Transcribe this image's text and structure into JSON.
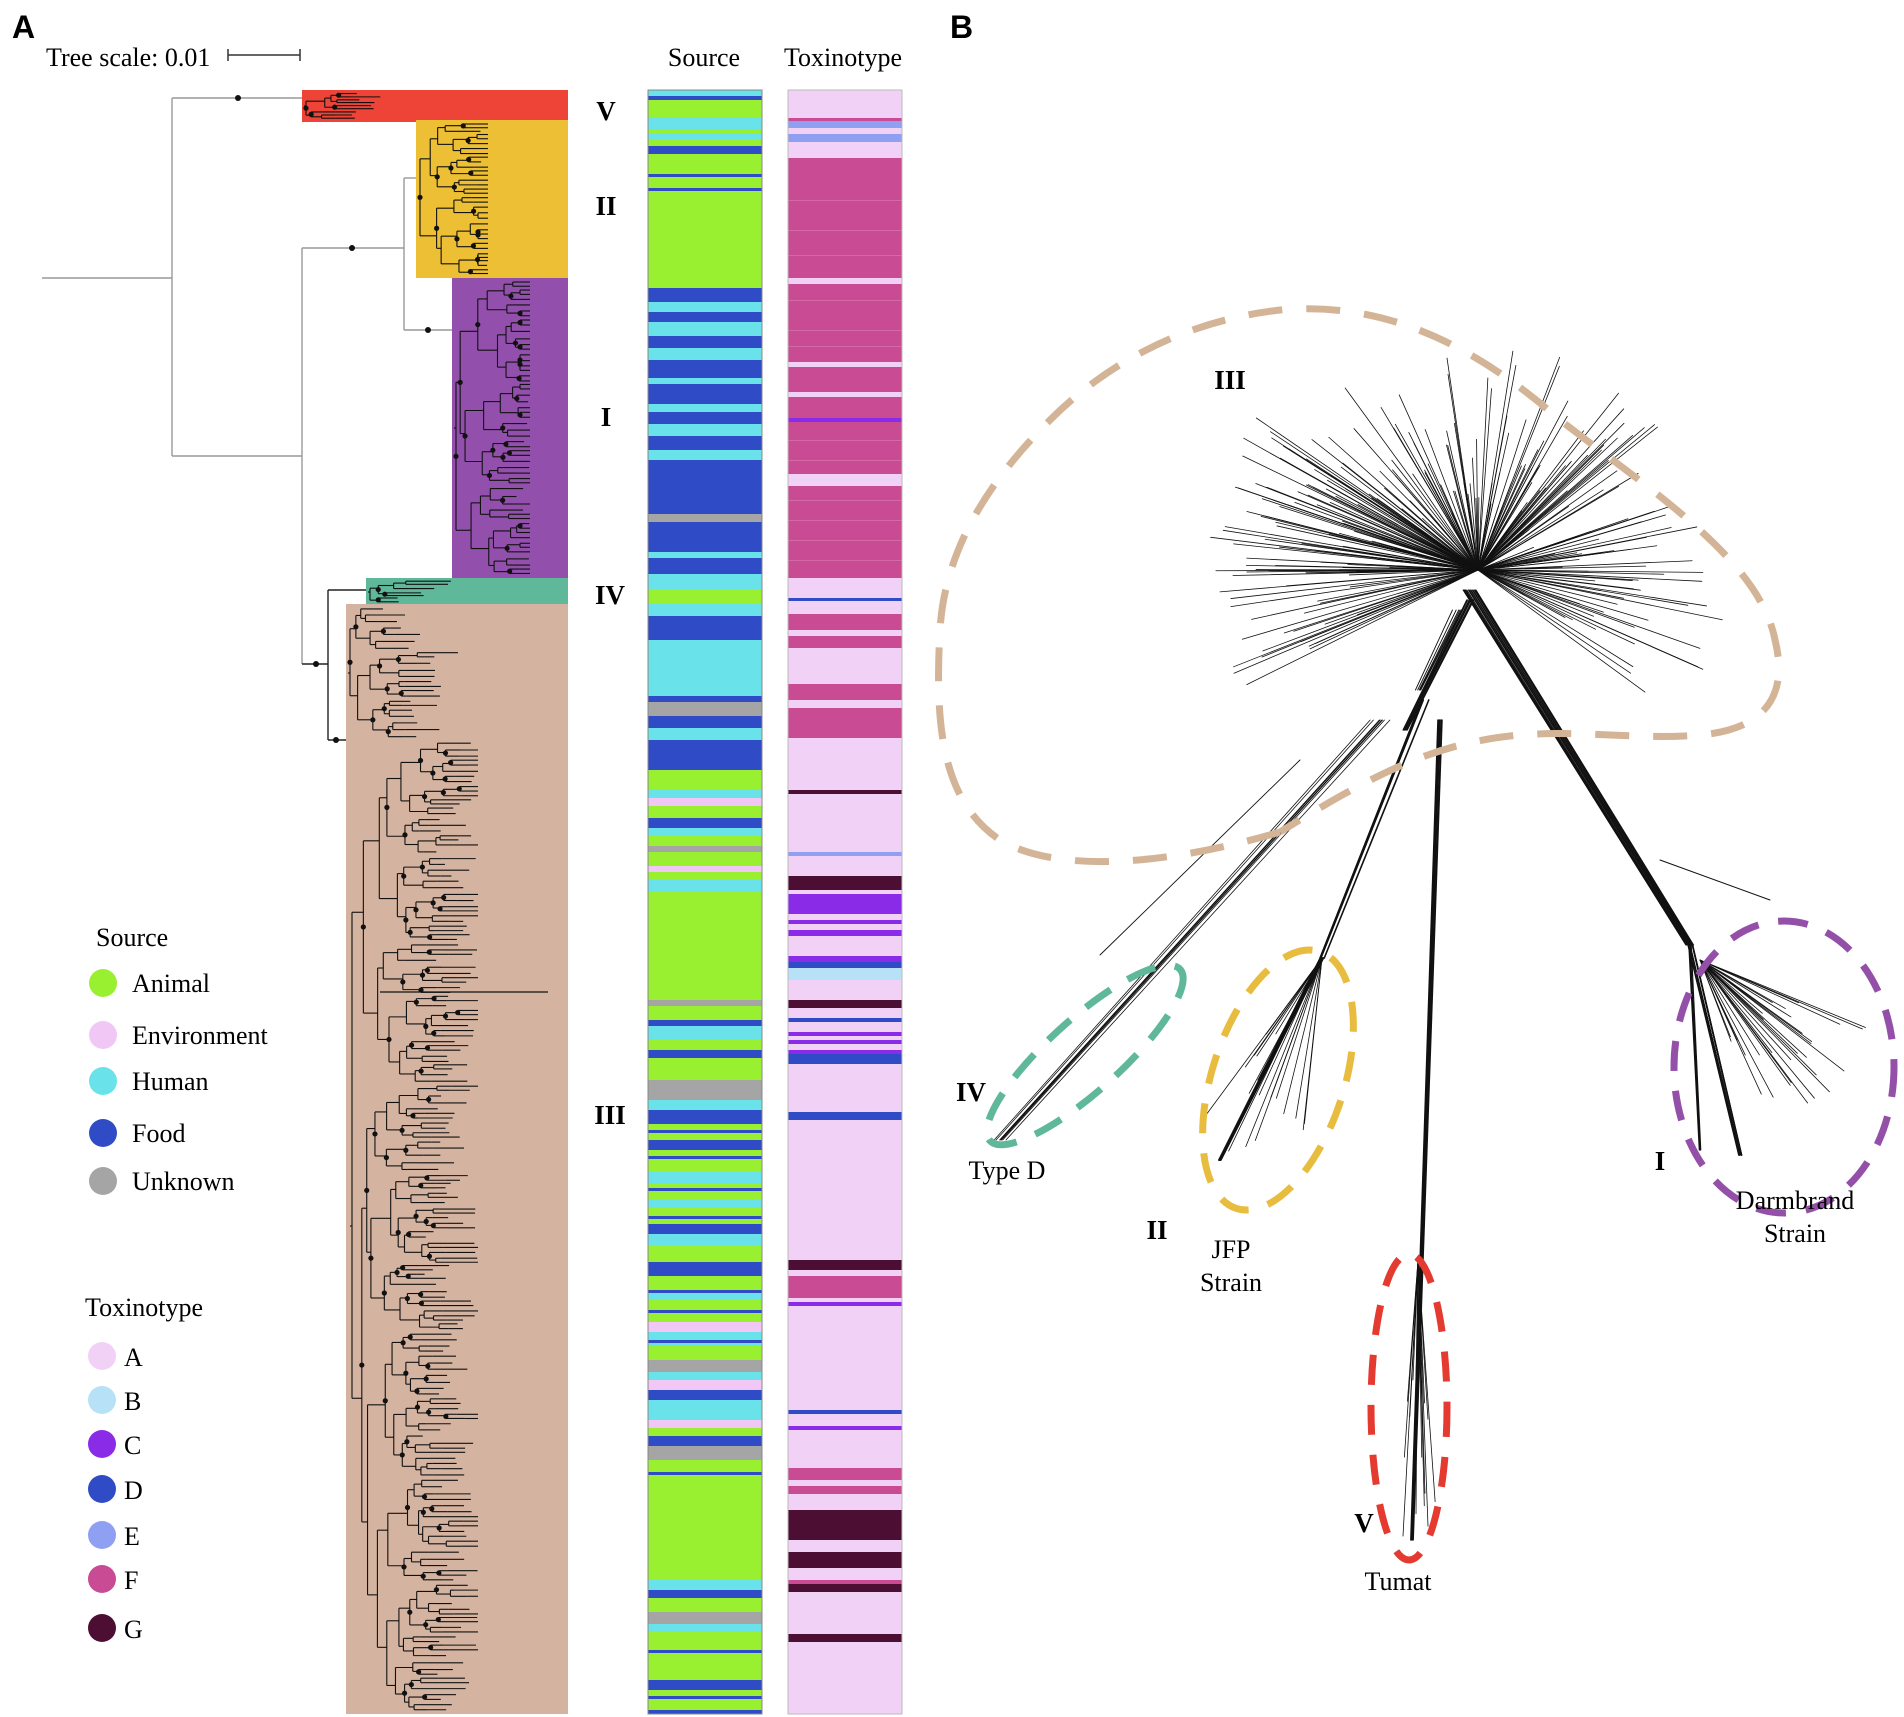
{
  "panel_a": {
    "letter": "A",
    "tree_scale_label": "Tree scale: 0.01",
    "column_headers": {
      "source": "Source",
      "toxinotype": "Toxinotype"
    },
    "clades": [
      {
        "id": "V",
        "label": "V",
        "color": "#ee4337"
      },
      {
        "id": "II",
        "label": "II",
        "color": "#ecbf34"
      },
      {
        "id": "I",
        "label": "I",
        "color": "#9250ac"
      },
      {
        "id": "IV",
        "label": "IV",
        "color": "#5fb89a"
      },
      {
        "id": "III",
        "label": "III",
        "color": "#d4b3a0"
      }
    ],
    "source_legend": {
      "title": "Source",
      "items": [
        {
          "label": "Animal",
          "color": "#99f031"
        },
        {
          "label": "Environment",
          "color": "#f1c8f5"
        },
        {
          "label": "Human",
          "color": "#69e2ea"
        },
        {
          "label": "Food",
          "color": "#2f4cc6"
        },
        {
          "label": "Unknown",
          "color": "#a5a5a5"
        }
      ]
    },
    "toxinotype_legend": {
      "title": "Toxinotype",
      "items": [
        {
          "label": "A",
          "color": "#f1d2f6"
        },
        {
          "label": "B",
          "color": "#b7e1f7"
        },
        {
          "label": "C",
          "color": "#8a2be8"
        },
        {
          "label": "D",
          "color": "#2f4cc6"
        },
        {
          "label": "E",
          "color": "#8f9ff2"
        },
        {
          "label": "F",
          "color": "#c84b93"
        },
        {
          "label": "G",
          "color": "#4c0f33"
        }
      ]
    }
  },
  "panel_b": {
    "letter": "B",
    "clusters": [
      {
        "id": "III",
        "label": "III",
        "color": "#d4b497",
        "strain": ""
      },
      {
        "id": "IV",
        "label": "IV",
        "color": "#5fb89a",
        "strain": "Type D"
      },
      {
        "id": "II",
        "label": "II",
        "color": "#e8bd3f",
        "strain": "JFP Strain",
        "strain_lines": [
          "JFP",
          "Strain"
        ]
      },
      {
        "id": "V",
        "label": "V",
        "color": "#e43a2f",
        "strain": "Tumat"
      },
      {
        "id": "I",
        "label": "I",
        "color": "#9450a8",
        "strain": "Darmbrand Strain",
        "strain_lines": [
          "Darmbrand",
          "Strain"
        ]
      }
    ]
  }
}
